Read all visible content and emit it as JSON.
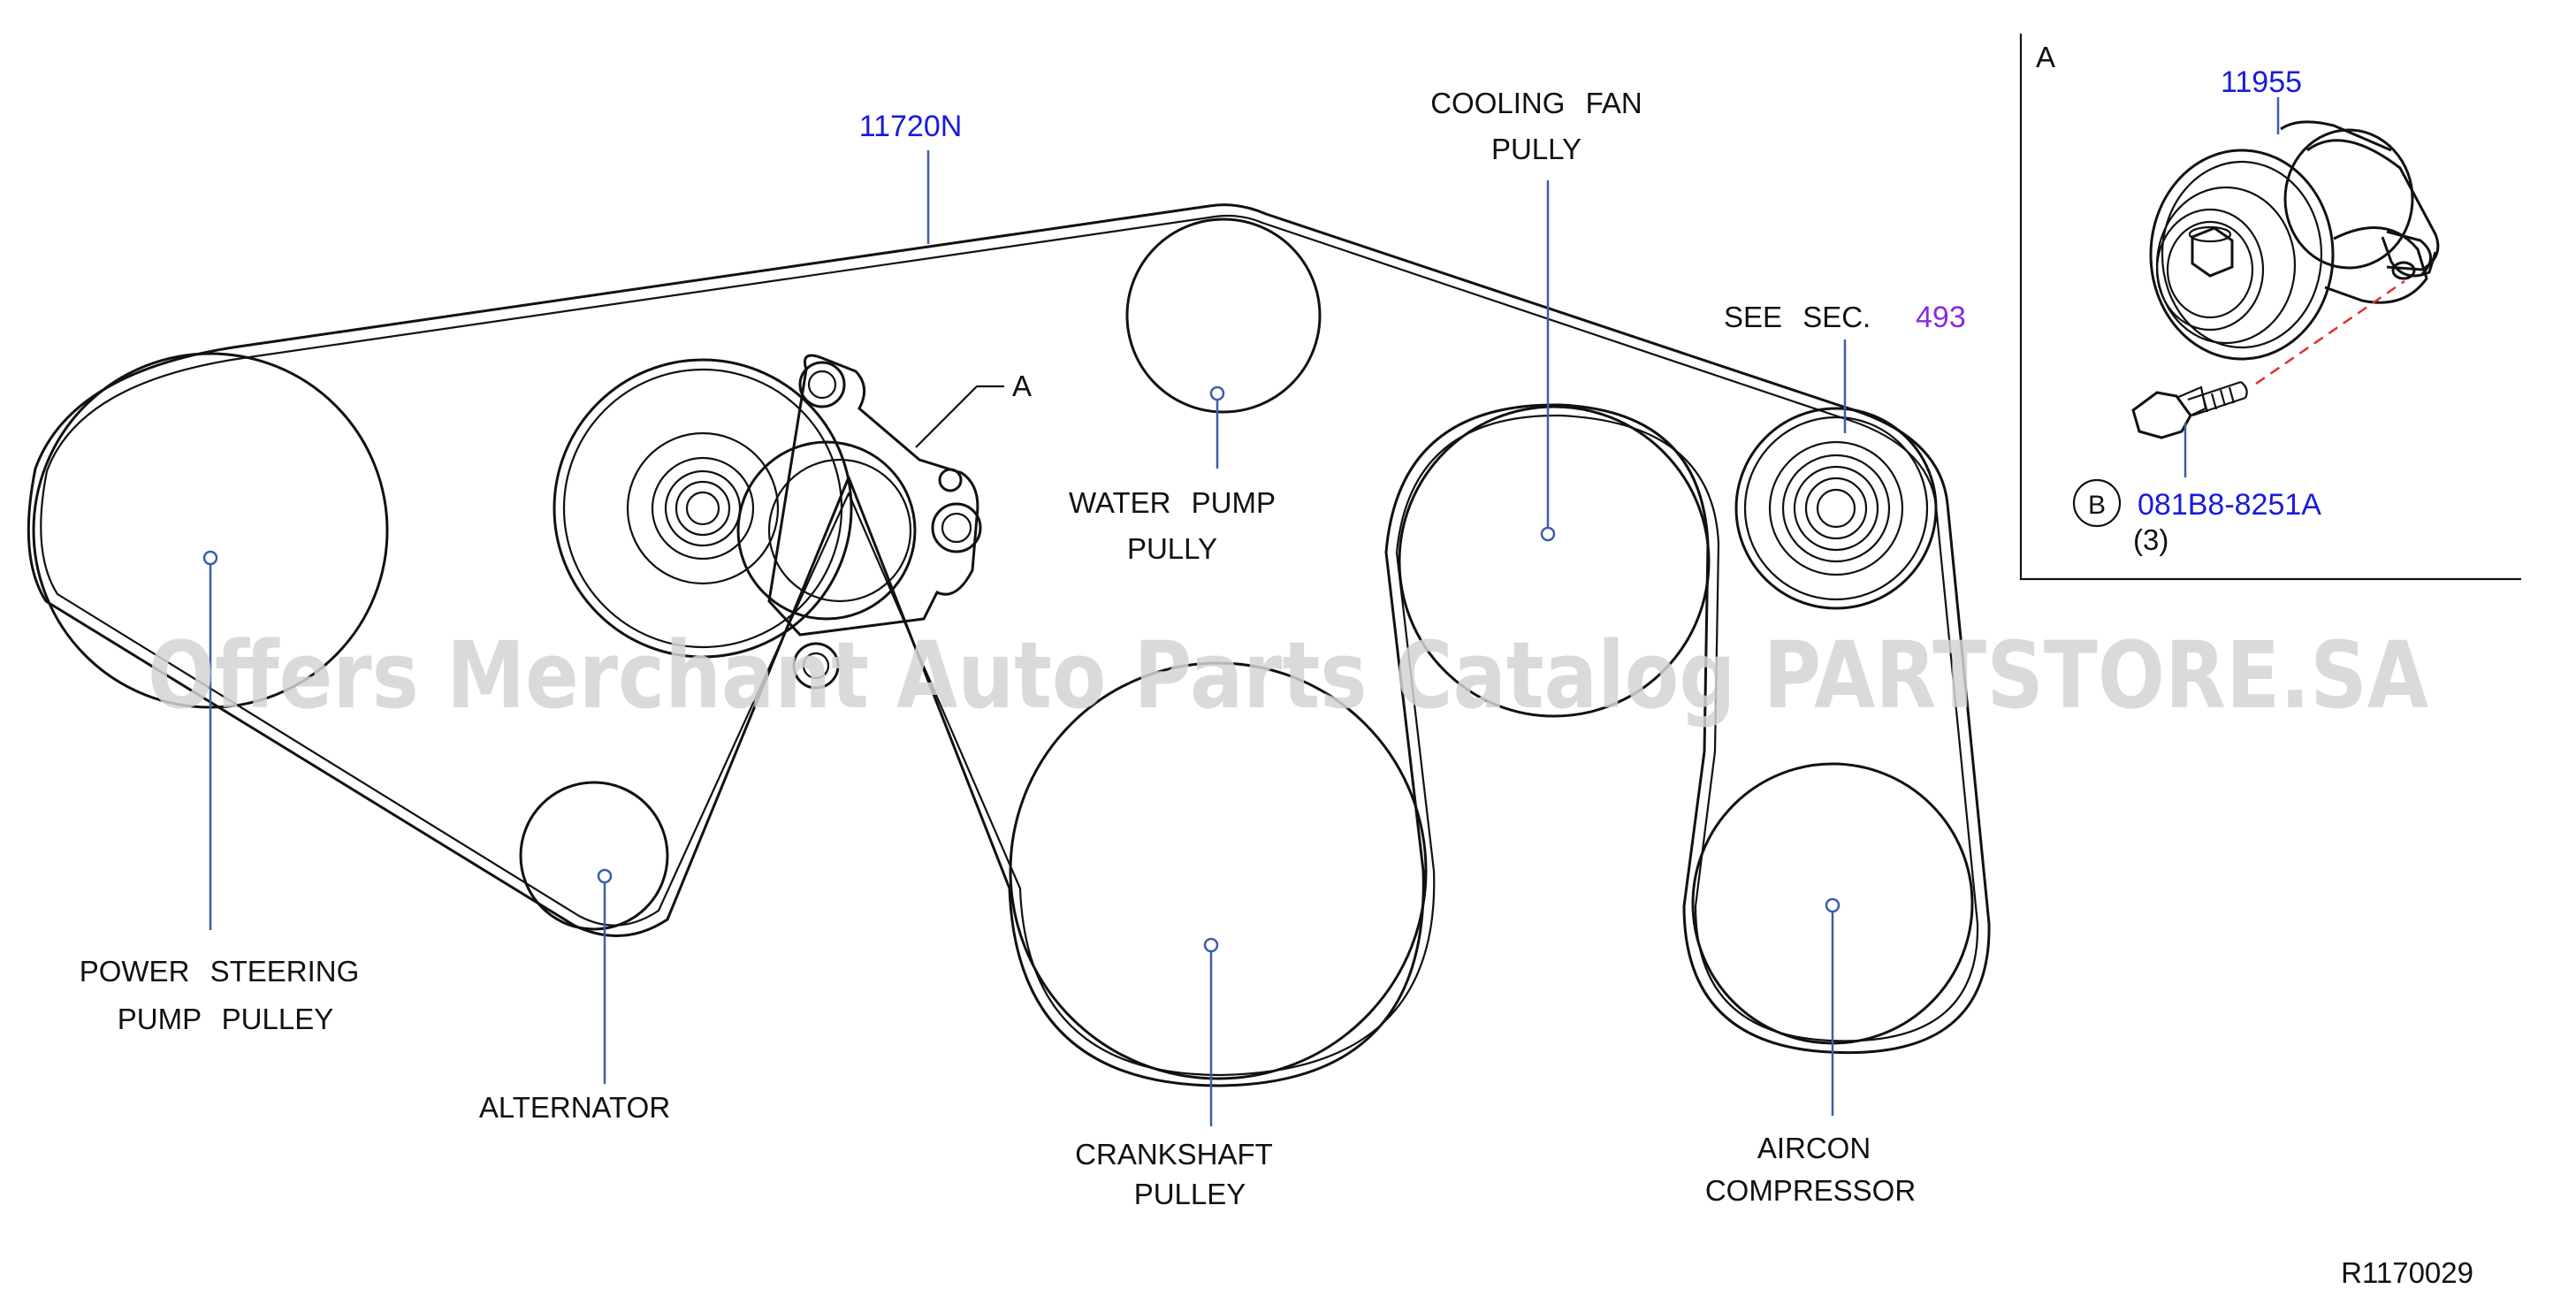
{
  "labels": {
    "belt_part_no": "11720N",
    "cooling_fan_line1": "COOLING FAN",
    "cooling_fan_line2": "PULLY",
    "see_sec_text": "SEE SEC.",
    "see_sec_no": "493",
    "water_pump_line1": "WATER PUMP",
    "water_pump_line2": "PULLY",
    "power_steering_line1": "POWER STEERING",
    "power_steering_line2": "PUMP PULLEY",
    "alternator": "ALTERNATOR",
    "crankshaft_line1": "CRANKSHAFT",
    "crankshaft_line2": "PULLEY",
    "aircon_line1": "AIRCON",
    "aircon_line2": "COMPRESSOR",
    "tensioner_ref": "A",
    "detail_ref": "A",
    "tensioner_part_no": "11955",
    "bolt_callout": "B",
    "bolt_part_no": "081B8-8251A",
    "bolt_qty": "(3)",
    "figure_id": "R1170029",
    "watermark": "Offers Merchant Auto Parts Catalog PARTSTORE.SA"
  },
  "colors": {
    "line": "#111111",
    "part_number": "#1a1adc",
    "section_ref": "#8a2be2",
    "leader": "#3a5fa8",
    "dashed_axis": "#e0302a",
    "watermark": "#d4d4d4"
  },
  "icons": [
    "circle-callout-icon"
  ]
}
